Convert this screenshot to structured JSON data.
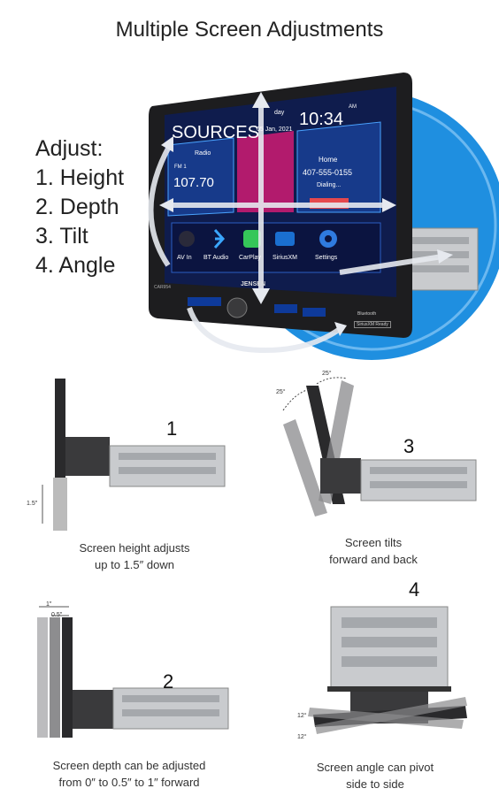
{
  "page_title": "Multiple Screen Adjustments",
  "adjust": {
    "heading": "Adjust:",
    "items": [
      "1. Height",
      "2. Depth",
      "3. Tilt",
      "4. Angle"
    ]
  },
  "head_unit": {
    "brand": "JENSEN",
    "model": "CAR954",
    "screen": {
      "header": "SOURCES",
      "day": "day",
      "date": "05 Jan, 2021",
      "time": "10:34",
      "ampm": "AM",
      "radio_label": "Radio",
      "radio_band": "FM 1",
      "radio_freq": "107.70",
      "phone_home": "Home",
      "phone_number": "407-555-0155",
      "phone_status": "Dialing...",
      "sources": [
        "AV In",
        "BT Audio",
        "CarPlay",
        "SiriusXM",
        "Settings"
      ]
    },
    "badges": [
      "Bluetooth",
      "SiriusXM Ready"
    ]
  },
  "panels": [
    {
      "number": "1",
      "caption": [
        "Screen height adjusts",
        "up to 1.5″ down"
      ],
      "dims": [
        "1.5″"
      ]
    },
    {
      "number": "3",
      "caption": [
        "Screen tilts",
        "forward and back"
      ],
      "dims": [
        "25°",
        "25°"
      ]
    },
    {
      "number": "2",
      "caption": [
        "Screen depth can be adjusted",
        "from 0″ to 0.5″ to 1″ forward"
      ],
      "dims": [
        "1″",
        "0.5″"
      ]
    },
    {
      "number": "4",
      "caption": [
        "Screen angle can pivot",
        "side to side"
      ],
      "dims": [
        "12°",
        "12°"
      ]
    }
  ],
  "colors": {
    "accent_blue": "#1f8fe0",
    "screen_bg": "#0f1c4d",
    "arrow": "#dfe3ea",
    "bezel": "#1d1d1f",
    "chassis": "#c9cbce"
  }
}
